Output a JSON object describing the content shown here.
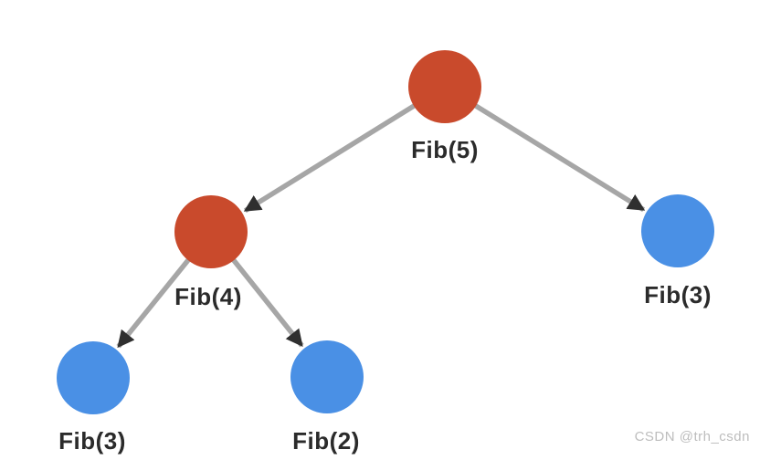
{
  "diagram": {
    "nodes": [
      {
        "id": "fib5",
        "label": "Fib(5)",
        "color": "#c94a2c"
      },
      {
        "id": "fib4",
        "label": "Fib(4)",
        "color": "#c94a2c"
      },
      {
        "id": "fib3-right",
        "label": "Fib(3)",
        "color": "#4a90e5"
      },
      {
        "id": "fib3-left",
        "label": "Fib(3)",
        "color": "#4a90e5"
      },
      {
        "id": "fib2",
        "label": "Fib(2)",
        "color": "#4a90e5"
      }
    ],
    "edges": [
      {
        "from": "fib5",
        "to": "fib4"
      },
      {
        "from": "fib5",
        "to": "fib3-right"
      },
      {
        "from": "fib4",
        "to": "fib3-left"
      },
      {
        "from": "fib4",
        "to": "fib2"
      }
    ],
    "colors": {
      "edge": "#a6a6a6",
      "arrow": "#2f2f2f",
      "label": "#2b2b2b",
      "background": "#ffffff"
    }
  },
  "watermark": {
    "text": "CSDN @trh_csdn",
    "color": "#bdbdbd"
  }
}
